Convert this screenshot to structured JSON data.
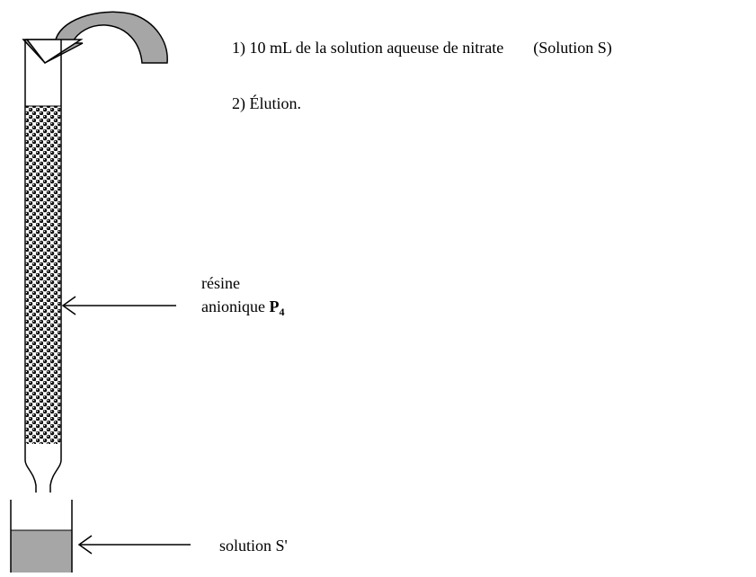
{
  "steps": {
    "step1_num": "1)",
    "step1_text": "10 mL de la solution aqueuse de nitrate",
    "step1_note": "(Solution S)",
    "step2_num": "2)",
    "step2_text": "Élution."
  },
  "labels": {
    "resin_line1": "résine",
    "resin_line2": "anionique",
    "resin_symbol": "P",
    "resin_subscript": "4",
    "outflow": "solution S'"
  },
  "colors": {
    "liquid": "#a6a6a6",
    "arrow_fill": "#a6a6a6",
    "stroke": "#000000"
  },
  "icons": {
    "pour_arrow": "curved-arrow-icon",
    "pointer": "arrow-left-icon"
  }
}
